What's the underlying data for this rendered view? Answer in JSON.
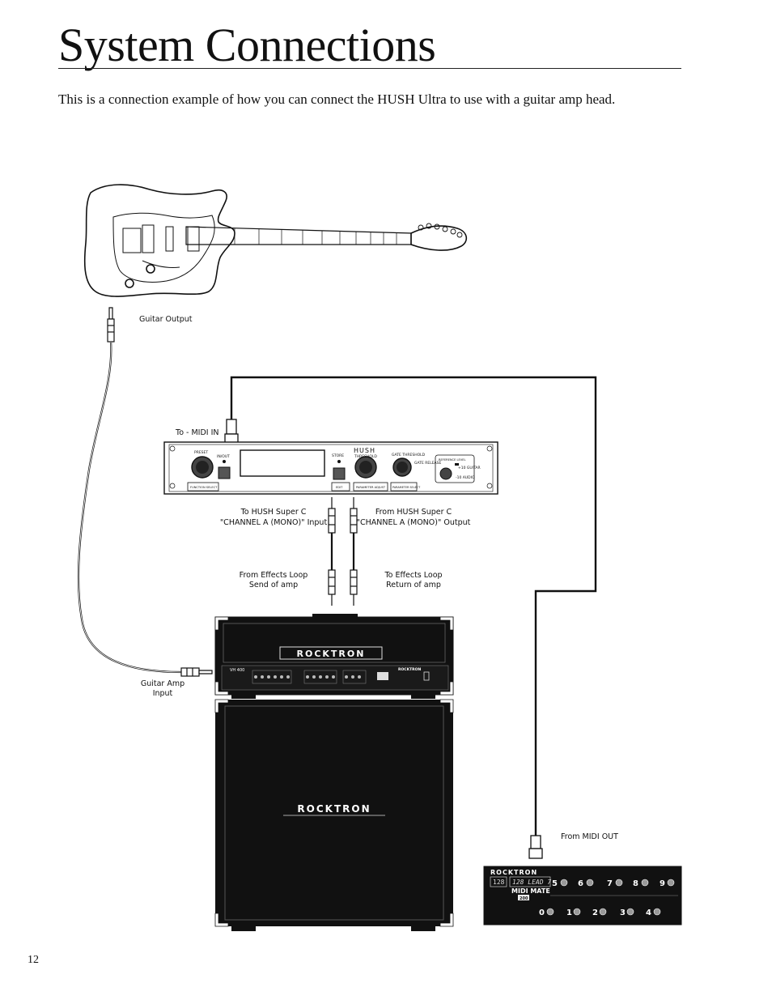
{
  "page": {
    "title": "System Connections",
    "intro": "This is a connection example of how you can connect the HUSH Ultra to use with a guitar amp head.",
    "page_number": "12"
  },
  "labels": {
    "guitar_output": "Guitar Output",
    "to_midi_in": "To - MIDI IN",
    "to_hush_line1": "To HUSH Super C",
    "to_hush_line2": "\"CHANNEL A (MONO)\" Input",
    "from_hush_line1": "From HUSH Super C",
    "from_hush_line2": "\"CHANNEL A (MONO)\" Output",
    "from_fx_line1": "From Effects Loop",
    "from_fx_line2": "Send of amp",
    "to_fx_line1": "To Effects Loop",
    "to_fx_line2": "Return of amp",
    "amp_input_line1": "Guitar Amp",
    "amp_input_line2": "Input",
    "from_midi_out": "From MIDI OUT"
  },
  "hush_unit": {
    "preset": "PRESET",
    "in_out": "IN/OUT",
    "store": "STORE",
    "hush": "HUSH",
    "threshold": "THRESHOLD",
    "gate_threshold": "GATE THRESHOLD",
    "gate_release": "GATE RELEASE",
    "reference_level": "REFERENCE LEVEL",
    "guitar_level": "+10 GUITAR",
    "audio_level": "-10 AUDIO",
    "function_select": "FUNCTION SELECT",
    "edit": "EDIT",
    "parameter_adjust": "PARAMETER ADJUST",
    "parameter_select": "PARAMETER SELECT"
  },
  "amp": {
    "brand": "ROCKTRON",
    "model": "VH 400",
    "cabinet_brand": "ROCKTRON"
  },
  "footswitch": {
    "brand": "ROCKTRON",
    "product": "MIDI MATE",
    "display_left": "128",
    "display_right": "128 LEAD 7",
    "top_buttons": [
      "5",
      "6",
      "7",
      "8",
      "9"
    ],
    "bottom_buttons": [
      "0",
      "1",
      "2",
      "3",
      "4"
    ],
    "side_display": "200"
  }
}
